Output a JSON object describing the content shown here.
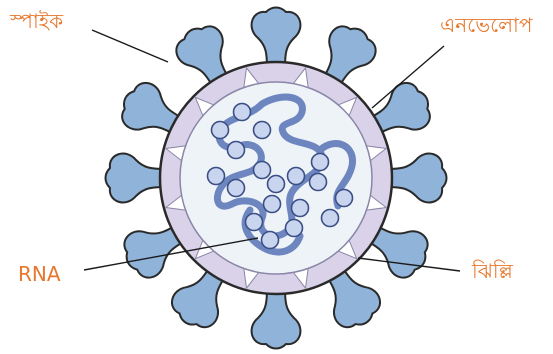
{
  "labels": {
    "spike": "স্পাইক",
    "envelope": "এনভেলোপ",
    "rna": "RNA",
    "membrane": "ঝিল্লি"
  },
  "colors": {
    "label_text": "#e8762c",
    "spike_fill": "#8fb3d9",
    "envelope_fill": "#d9d2e9",
    "core_fill": "#eef3f8",
    "rna_strand": "#6e86c0",
    "rna_bead": "#c9d5ee",
    "outline": "#2a2a2a"
  }
}
